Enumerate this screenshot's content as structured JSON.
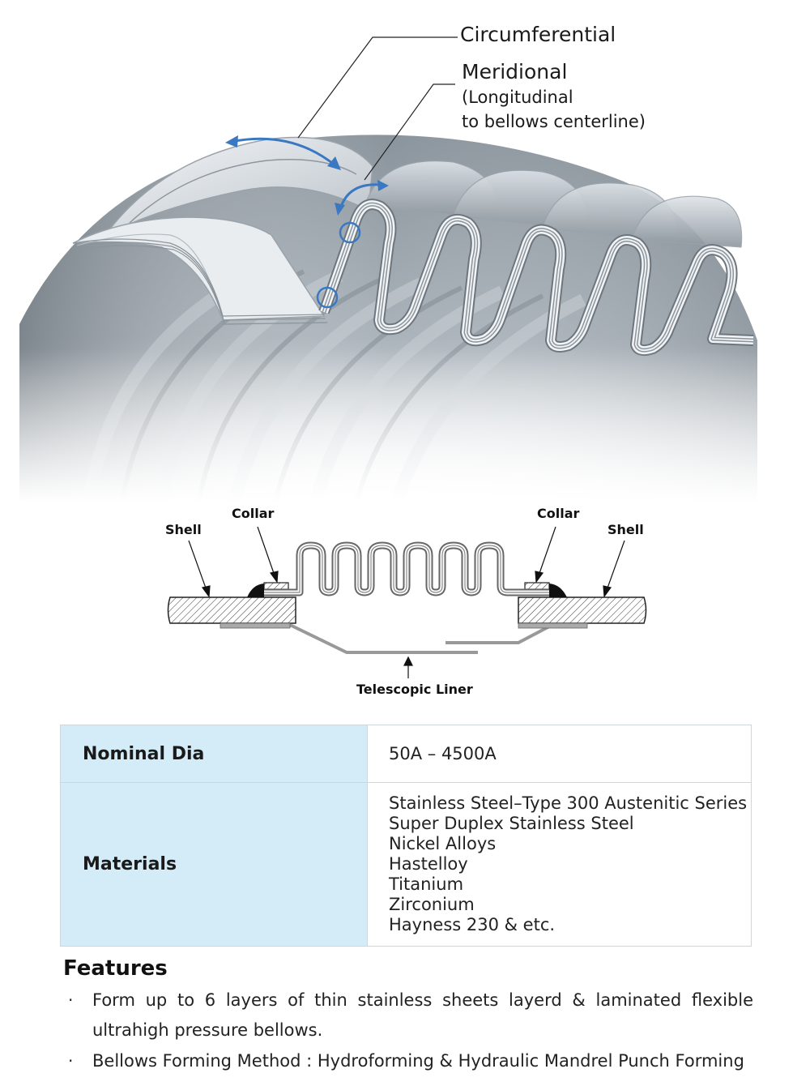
{
  "hero": {
    "label_circumferential": "Circumferential",
    "label_meridional": "Meridional",
    "label_meridional_sub1": "(Longitudinal",
    "label_meridional_sub2": "to bellows centerline)"
  },
  "schematic": {
    "label_shell_left": "Shell",
    "label_collar_left": "Collar",
    "label_collar_right": "Collar",
    "label_shell_right": "Shell",
    "label_liner": "Telescopic Liner"
  },
  "spec_table": {
    "rows": [
      {
        "label": "Nominal Dia",
        "value": "50A – 4500A"
      },
      {
        "label": "Materials",
        "values": [
          "Stainless Steel–Type 300 Austenitic Series",
          "Super Duplex Stainless Steel",
          "Nickel Alloys",
          "Hastelloy",
          "Titanium",
          "Zirconium",
          "Hayness 230 & etc."
        ]
      }
    ]
  },
  "features": {
    "title": "Features",
    "bullet_glyph": "·",
    "items": [
      "Form up to 6 layers of thin stainless sheets layerd & laminated flexible ultrahigh pressure bellows.",
      "Bellows Forming Method : Hydroforming & Hydraulic Mandrel Punch Forming"
    ]
  },
  "colors": {
    "accent_blue": "#3a78c2",
    "table_header_bg": "#d4ecf8",
    "steel_light": "#e6ebef",
    "steel_dark": "#7b848c"
  }
}
